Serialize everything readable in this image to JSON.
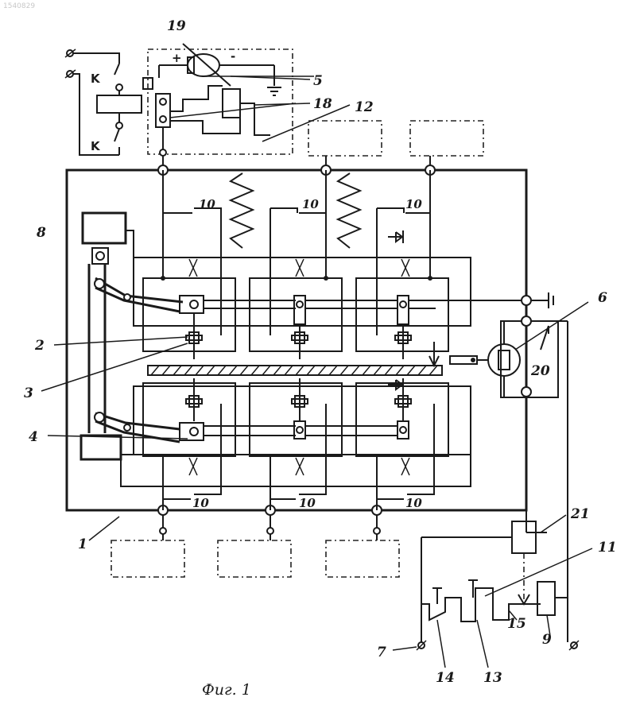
{
  "corner_id": "1540829",
  "caption": "Фиг. 1",
  "relay_letters": {
    "top": "K",
    "bottom": "K"
  },
  "polarity": {
    "plus": "+",
    "minus": "-"
  },
  "labels": {
    "l19": "19",
    "l5": "5",
    "l18": "18",
    "l12": "12",
    "l8": "8",
    "l2": "2",
    "l3": "3",
    "l4": "4",
    "l1": "1",
    "l6": "6",
    "l20": "20",
    "l21": "21",
    "l11": "11",
    "l7": "7",
    "l14": "14",
    "l13": "13",
    "l15": "15",
    "l9": "9",
    "l10a": "10",
    "l10b": "10",
    "l10c": "10",
    "l10d": "10",
    "l10e": "10",
    "l10f": "10"
  }
}
